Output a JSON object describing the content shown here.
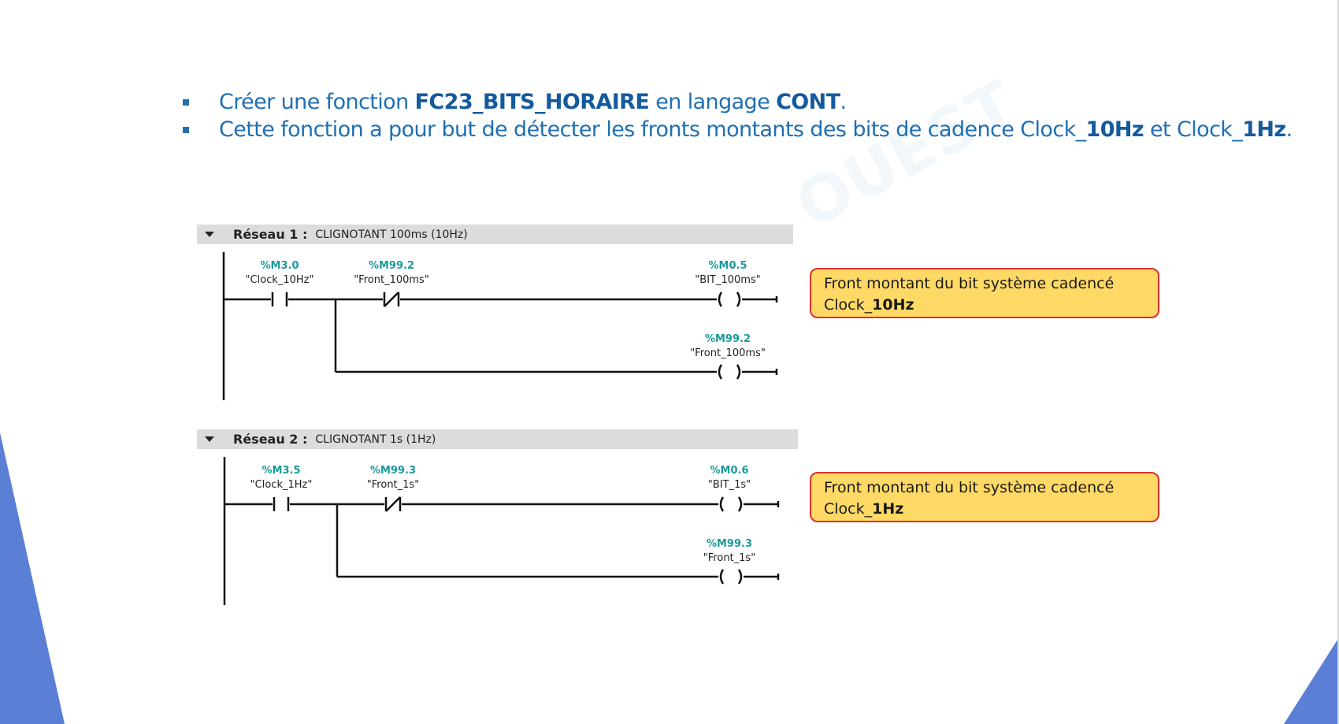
{
  "bullets": [
    {
      "parts": [
        "Créer une fonction ",
        "FC23_BITS_HORAIRE",
        " en langage ",
        "CONT",
        "."
      ]
    },
    {
      "parts": [
        "Cette fonction a pour but de détecter les fronts montants des bits de cadence Clock_",
        "10Hz",
        " et Clock_",
        "1Hz",
        "."
      ]
    }
  ],
  "watermark": "OUEST",
  "networks": [
    {
      "title": "Réseau 1 :",
      "comment": "CLIGNOTANT 100ms (10Hz)",
      "contact_no": {
        "address": "%M3.0",
        "symbol": "\"Clock_10Hz\""
      },
      "contact_nc": {
        "address": "%M99.2",
        "symbol": "\"Front_100ms\""
      },
      "coil_1": {
        "address": "%M0.5",
        "symbol": "\"BIT_100ms\""
      },
      "coil_2": {
        "address": "%M99.2",
        "symbol": "\"Front_100ms\""
      }
    },
    {
      "title": "Réseau 2 :",
      "comment": "CLIGNOTANT 1s (1Hz)",
      "contact_no": {
        "address": "%M3.5",
        "symbol": "\"Clock_1Hz\""
      },
      "contact_nc": {
        "address": "%M99.3",
        "symbol": "\"Front_1s\""
      },
      "coil_1": {
        "address": "%M0.6",
        "symbol": "\"BIT_1s\""
      },
      "coil_2": {
        "address": "%M99.3",
        "symbol": "\"Front_1s\""
      }
    }
  ],
  "notes": [
    {
      "line1": "Front montant du bit système cadencé",
      "line2_prefix": "Clock_",
      "line2_bold": "10Hz"
    },
    {
      "line1": "Front montant du bit système cadencé",
      "line2_prefix": "Clock_",
      "line2_bold": "1Hz"
    }
  ],
  "colors": {
    "title_blue": "#1f6fb3",
    "address_teal": "#1a9a9a",
    "note_fill": "#ffd966",
    "note_border": "#e0302a",
    "corner_blue": "#5a7fd4"
  }
}
